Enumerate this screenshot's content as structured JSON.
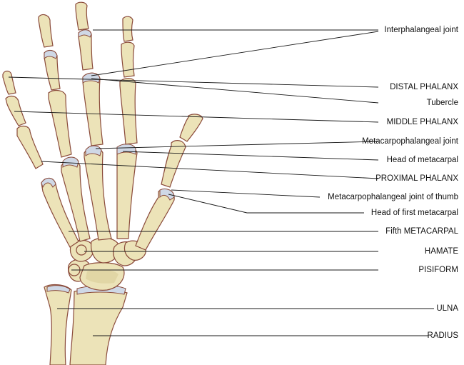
{
  "labels": [
    {
      "key": "interphalangeal_joint",
      "text": "Interphalangeal joint"
    },
    {
      "key": "distal_phalanx",
      "text": "DISTAL PHALANX"
    },
    {
      "key": "tubercle",
      "text": "Tubercle"
    },
    {
      "key": "middle_phalanx",
      "text": "MIDDLE PHALANX"
    },
    {
      "key": "mcp_joint",
      "text": "Metacarpophalangeal joint"
    },
    {
      "key": "head_metacarpal",
      "text": "Head of metacarpal"
    },
    {
      "key": "proximal_phalanx",
      "text": "PROXIMAL PHALANX"
    },
    {
      "key": "mcp_joint_thumb",
      "text": "Metacarpophalangeal joint of thumb"
    },
    {
      "key": "head_first_metacarpal",
      "text": "Head of first metacarpal"
    },
    {
      "key": "fifth_metacarpal",
      "text": "Fifth METACARPAL"
    },
    {
      "key": "hamate",
      "text": "HAMATE"
    },
    {
      "key": "pisiform",
      "text": "PISIFORM"
    },
    {
      "key": "ulna",
      "text": "ULNA"
    },
    {
      "key": "radius",
      "text": "RADIUS"
    }
  ],
  "colors": {
    "bone": "#ece3b8",
    "outline": "#8a4a3a",
    "cartilage": "#cfd8e6",
    "leader": "#1a1a1a"
  }
}
